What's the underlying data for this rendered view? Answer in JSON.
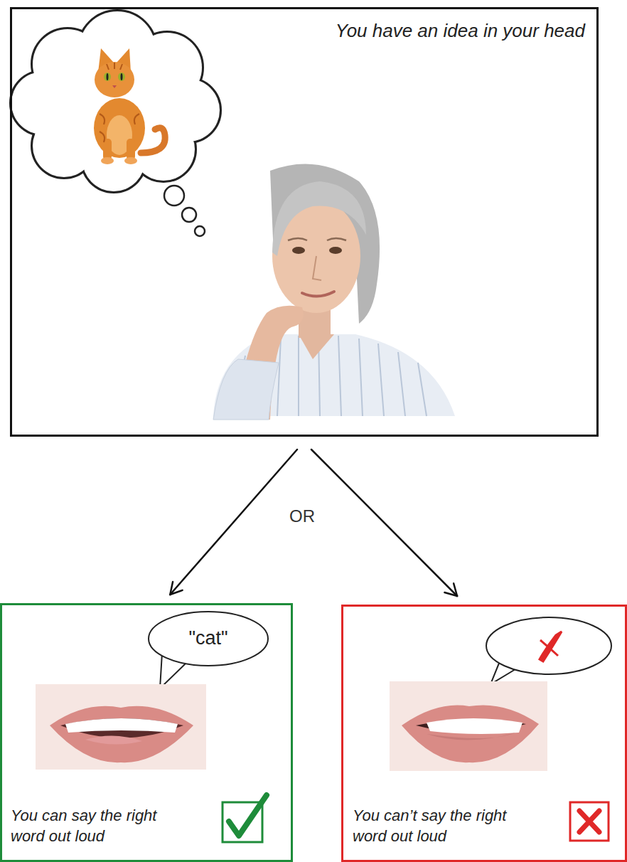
{
  "diagram": {
    "nodes": [
      {
        "text": [
          "You have an idea in your head"
        ]
      },
      {
        "text": [
          "You can say the right word out loud"
        ]
      },
      {
        "text": [
          "\"cat\""
        ],
        "in": 1
      },
      {
        "text": [
          "You can’t say the right word out loud"
        ]
      }
    ],
    "edges": [
      {
        "from": 0,
        "to": 1,
        "arrow": "to"
      },
      {
        "from": 0,
        "to": 3,
        "arrow": "to"
      }
    ],
    "labels": [
      "OR"
    ]
  }
}
